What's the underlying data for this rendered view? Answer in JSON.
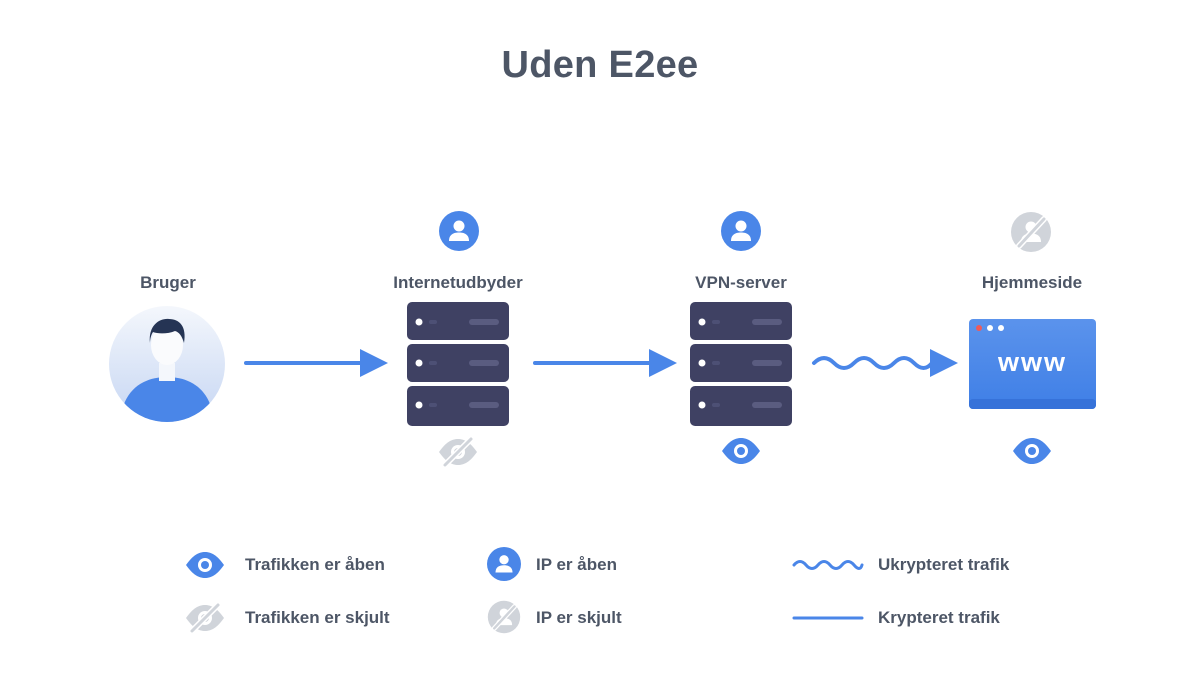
{
  "title": "Uden E2ee",
  "nodes": [
    {
      "id": "user",
      "label": "Bruger",
      "ip_visibility": "none",
      "traffic_visibility": "none"
    },
    {
      "id": "isp",
      "label": "Internetudbyder",
      "ip_visibility": "open",
      "traffic_visibility": "hidden"
    },
    {
      "id": "vpn",
      "label": "VPN-server",
      "ip_visibility": "open",
      "traffic_visibility": "open"
    },
    {
      "id": "site",
      "label": "Hjemmeside",
      "ip_visibility": "hidden",
      "traffic_visibility": "open"
    }
  ],
  "connections": [
    {
      "from": "user",
      "to": "isp",
      "type": "encrypted"
    },
    {
      "from": "isp",
      "to": "vpn",
      "type": "encrypted"
    },
    {
      "from": "vpn",
      "to": "site",
      "type": "unencrypted"
    }
  ],
  "website_text": "www",
  "legend": {
    "traffic_open": "Trafikken er åben",
    "traffic_hidden": "Trafikken er skjult",
    "ip_open": "IP er åben",
    "ip_hidden": "IP er skjult",
    "unencrypted": "Ukrypteret trafik",
    "encrypted": "Krypteret trafik"
  },
  "colors": {
    "accent": "#4a86e8",
    "muted": "#d0d4da",
    "server": "#3f4163",
    "text": "#4d5666"
  }
}
